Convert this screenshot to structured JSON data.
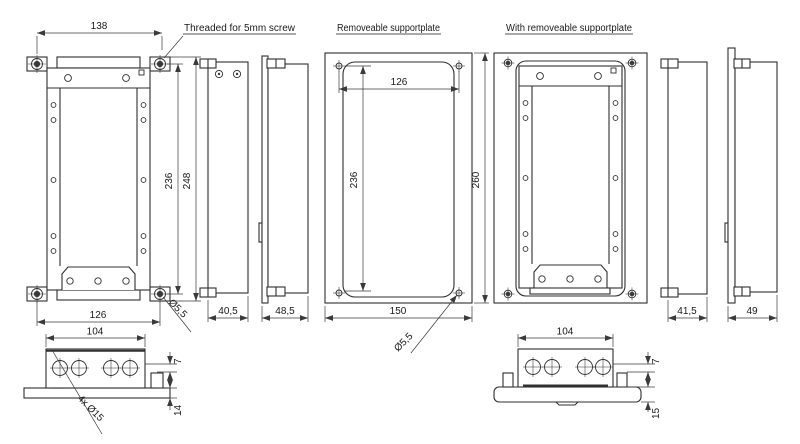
{
  "drawing": {
    "colors": {
      "bg": "#ffffff",
      "line": "#2f2f2f",
      "dim": "#3a3a3a",
      "text": "#1a1a1a"
    },
    "views": {
      "front": {
        "note": "Threaded for 5mm screw",
        "dim_top_width": "138",
        "dim_inner_height": "236",
        "dim_outer_height": "248",
        "dim_bottom_width": "126",
        "hole_diameter": "Ø5,5",
        "side_depth": "40,5",
        "side_depth_with_plate": "48,5"
      },
      "supportplate": {
        "title": "Removeable supportplate",
        "dim_hole_span_width": "126",
        "dim_hole_span_height": "236",
        "dim_width": "150",
        "dim_height": "260",
        "hole_diameter": "Ø5,5"
      },
      "assembled": {
        "title": "With removeable supportplate",
        "side_depth": "41,5",
        "side_depth_with_plate": "49"
      },
      "bottom_front": {
        "dim_width": "104",
        "dim_offset": "7",
        "dim_height": "14",
        "holes_note": "4x Ø15"
      },
      "bottom_assembled": {
        "dim_width": "104",
        "dim_offset": "7",
        "dim_height": "15"
      }
    }
  }
}
